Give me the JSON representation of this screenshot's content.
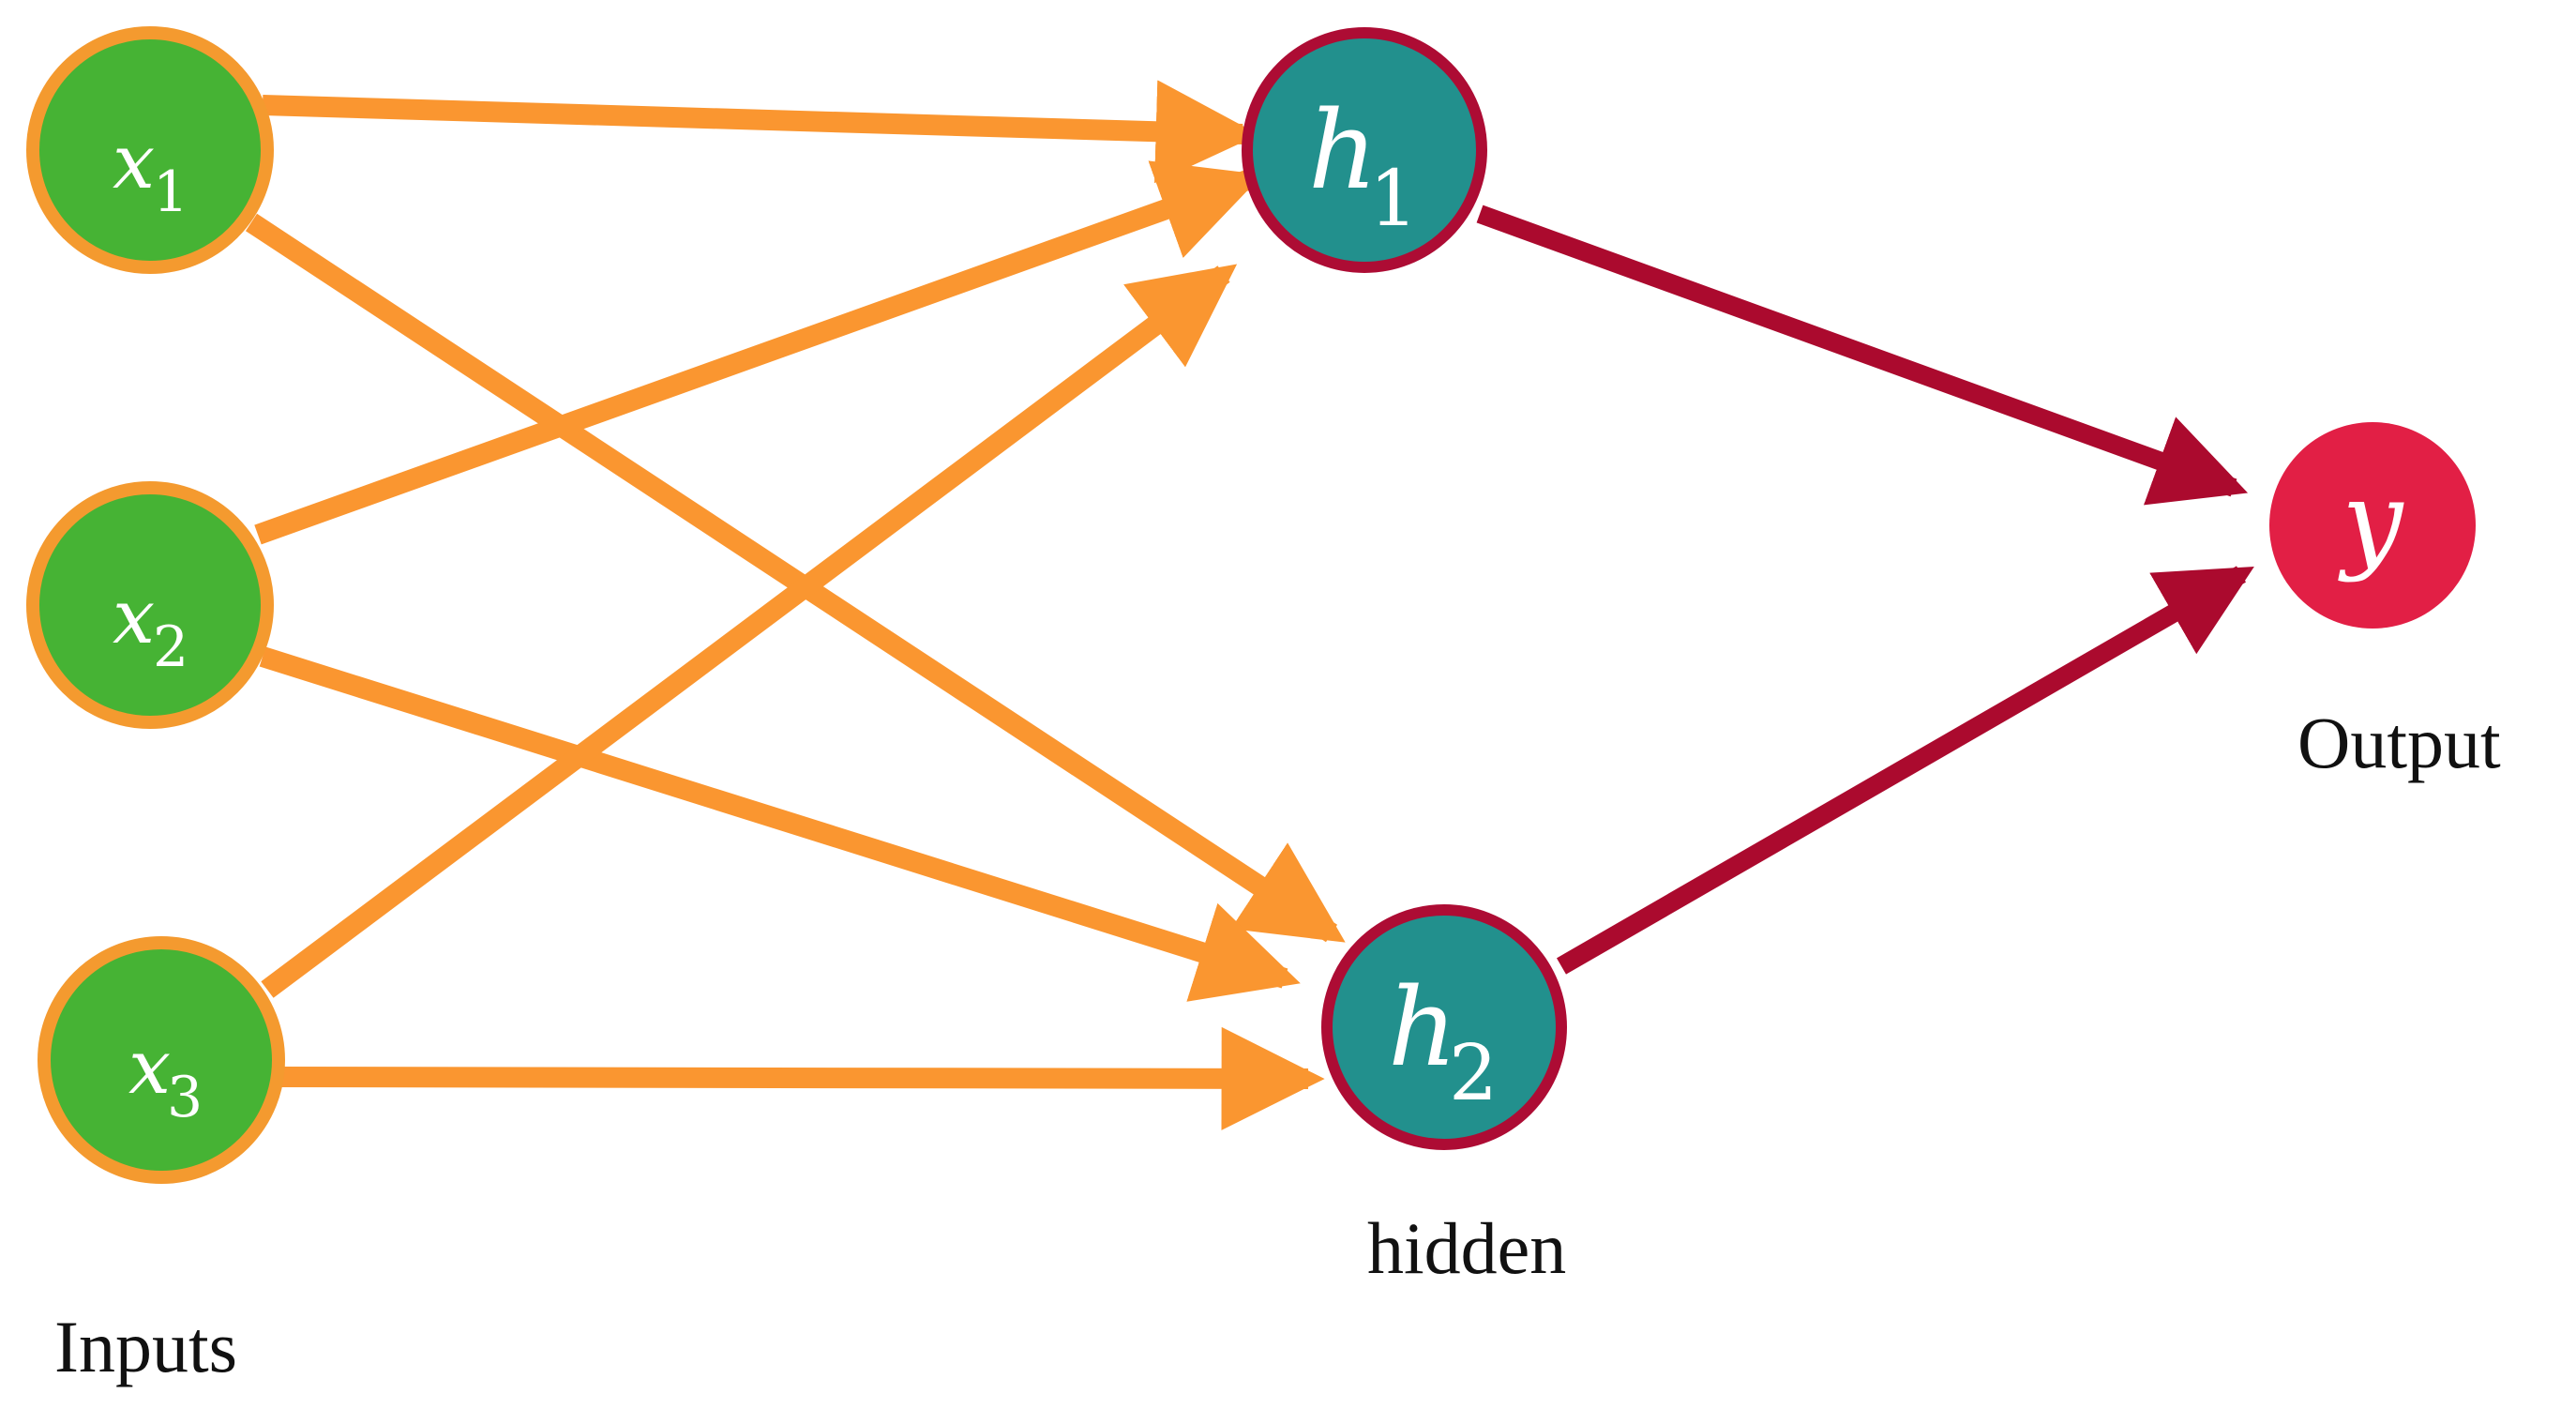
{
  "colors": {
    "input_fill": "#46b334",
    "input_stroke": "#f49a2f",
    "input_edge": "#fa9630",
    "hidden_fill": "#22908d",
    "hidden_stroke": "#ad0c34",
    "output_fill": "#e21f45",
    "output_edge": "#ab0a2e"
  },
  "layers": {
    "input_label": "Inputs",
    "hidden_label": "hidden",
    "output_label": "Output"
  },
  "nodes": {
    "x1": {
      "var": "x",
      "sub": "1"
    },
    "x2": {
      "var": "x",
      "sub": "2"
    },
    "x3": {
      "var": "x",
      "sub": "3"
    },
    "h1": {
      "var": "h",
      "sub": "1"
    },
    "h2": {
      "var": "h",
      "sub": "2"
    },
    "y": {
      "var": "y",
      "sub": ""
    }
  },
  "edges": [
    {
      "from": "x1",
      "to": "h1"
    },
    {
      "from": "x1",
      "to": "h2"
    },
    {
      "from": "x2",
      "to": "h1"
    },
    {
      "from": "x2",
      "to": "h2"
    },
    {
      "from": "x3",
      "to": "h1"
    },
    {
      "from": "x3",
      "to": "h2"
    },
    {
      "from": "h1",
      "to": "y"
    },
    {
      "from": "h2",
      "to": "y"
    }
  ]
}
